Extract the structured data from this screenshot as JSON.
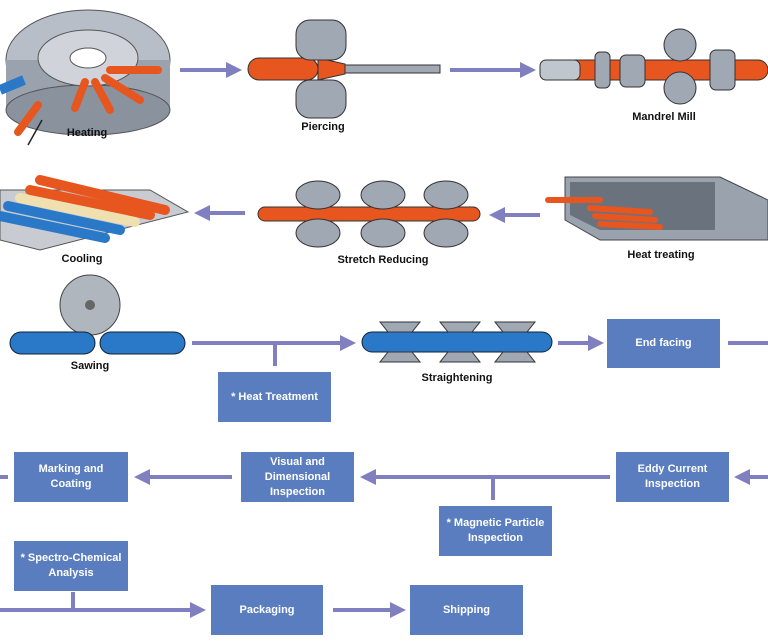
{
  "colors": {
    "box": "#5a7dbf",
    "arrow": "#8080c0",
    "hot_tube": "#e8561f",
    "cool_tube": "#2a78c8",
    "machine": "#a0a8b4"
  },
  "steps": {
    "heating": "Heating",
    "piercing": "Piercing",
    "mandrel_mill": "Mandrel Mill",
    "cooling": "Cooling",
    "stretch_reducing": "Stretch Reducing",
    "heat_treating": "Heat treating",
    "sawing": "Sawing",
    "straightening": "Straightening"
  },
  "boxes": {
    "end_facing": "End facing",
    "heat_treatment": "* Heat Treatment",
    "marking_coating": "Marking and Coating",
    "visual_inspection": "Visual and Dimensional Inspection",
    "eddy_current": "Eddy Current Inspection",
    "magnetic_particle": "* Magnetic Particle Inspection",
    "spectro_chemical": "* Spectro-Chemical Analysis",
    "packaging": "Packaging",
    "shipping": "Shipping"
  }
}
